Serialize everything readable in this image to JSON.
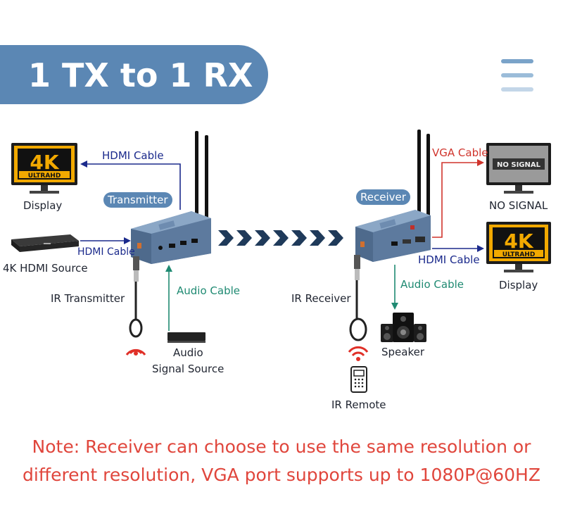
{
  "banner": {
    "title": "1 TX to 1 RX"
  },
  "menu": {
    "icon": "hamburger-menu-icon"
  },
  "colors": {
    "banner": "#5b87b4",
    "hdmi_arrow": "#1b2a8c",
    "audio_arrow": "#1f8a72",
    "vga_arrow": "#d0342c",
    "note_text": "#e0463c",
    "device_body": "#6d8db0"
  },
  "transmitter": {
    "tag": "Transmitter",
    "hdmi_out_label": "HDMI Cable",
    "display_label": "Display",
    "source_hdmi_label": "HDMI Cable",
    "source_label": "4K HDMI Source",
    "ir_label": "IR Transmitter",
    "audio_cable_label": "Audio Cable",
    "audio_source_line1": "Audio",
    "audio_source_line2": "Signal Source"
  },
  "receiver": {
    "tag": "Receiver",
    "vga_label": "VGA Cable",
    "no_signal_screen": "NO SIGNAL",
    "no_signal_label": "NO SIGNAL",
    "hdmi_label": "HDMI Cable",
    "display_label": "Display",
    "audio_cable_label": "Audio Cable",
    "speaker_label": "Speaker",
    "ir_label": "IR Receiver",
    "remote_label": "IR Remote"
  },
  "screen_badge": {
    "big": "4K",
    "small": "ULTRAHD"
  },
  "note": {
    "line1": "Note: Receiver can choose to use the same resolution or",
    "line2": "different resolution, VGA port supports up to 1080P@60HZ"
  }
}
